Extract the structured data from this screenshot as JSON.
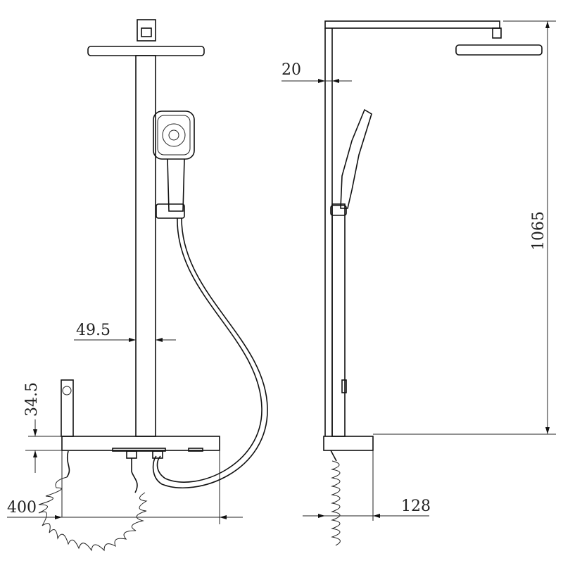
{
  "drawing": {
    "title": "Shower column technical drawing",
    "dimensions": {
      "side_offset": "20",
      "pole_width": "49.5",
      "shelf_height": "34.5",
      "front_depth": "400",
      "side_depth": "128",
      "total_height": "1065"
    },
    "colors": {
      "line": "#111111",
      "background": "#ffffff"
    }
  }
}
